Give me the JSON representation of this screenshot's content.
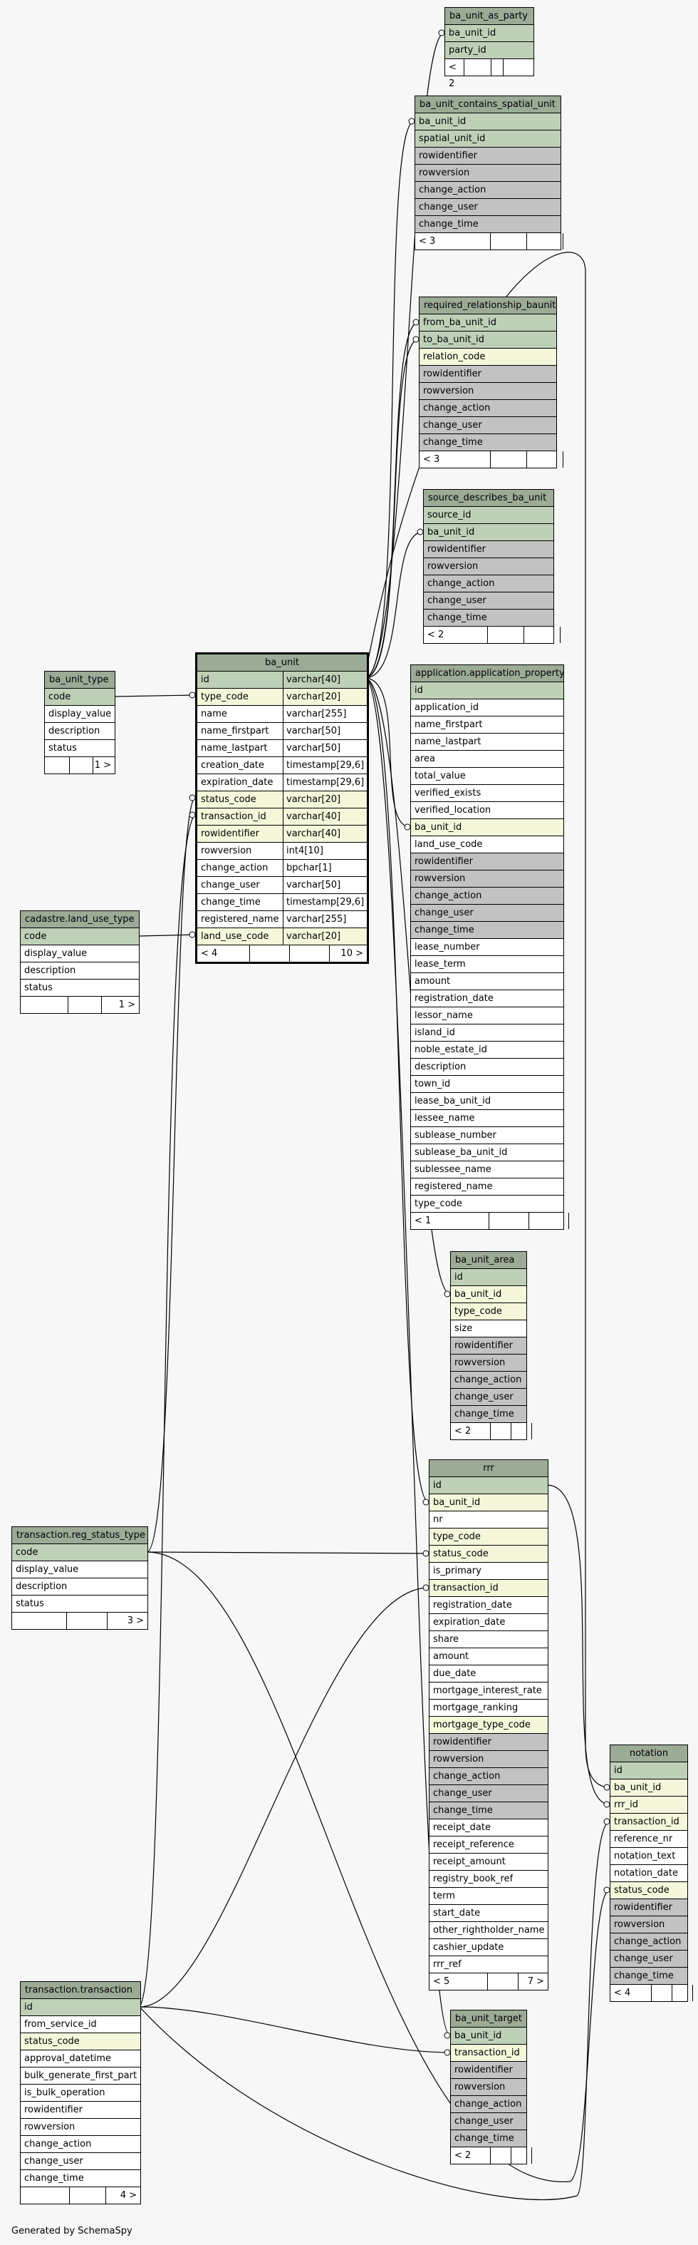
{
  "footer": "Generated by SchemaSpy",
  "tables": {
    "ba_unit_as_party": {
      "title": "ba_unit_as_party",
      "rows": [
        "ba_unit_id",
        "party_id"
      ],
      "footer": [
        "< 2",
        "",
        "",
        ""
      ]
    },
    "ba_unit_contains_spatial_unit": {
      "title": "ba_unit_contains_spatial_unit",
      "rows": [
        "ba_unit_id",
        "spatial_unit_id",
        "rowidentifier",
        "rowversion",
        "change_action",
        "change_user",
        "change_time"
      ],
      "footer": [
        "< 3",
        "",
        "",
        ""
      ]
    },
    "required_relationship_baunit": {
      "title": "required_relationship_baunit",
      "rows": [
        "from_ba_unit_id",
        "to_ba_unit_id",
        "relation_code",
        "rowidentifier",
        "rowversion",
        "change_action",
        "change_user",
        "change_time"
      ],
      "footer": [
        "< 3",
        "",
        "",
        ""
      ]
    },
    "source_describes_ba_unit": {
      "title": "source_describes_ba_unit",
      "rows": [
        "source_id",
        "ba_unit_id",
        "rowidentifier",
        "rowversion",
        "change_action",
        "change_user",
        "change_time"
      ],
      "footer": [
        "< 2",
        "",
        "",
        ""
      ]
    },
    "ba_unit_type": {
      "title": "ba_unit_type",
      "rows": [
        "code",
        "display_value",
        "description",
        "status"
      ],
      "footer": [
        "",
        "",
        "1 >"
      ]
    },
    "ba_unit": {
      "title": "ba_unit",
      "rows": [
        [
          "id",
          "varchar[40]"
        ],
        [
          "type_code",
          "varchar[20]"
        ],
        [
          "name",
          "varchar[255]"
        ],
        [
          "name_firstpart",
          "varchar[50]"
        ],
        [
          "name_lastpart",
          "varchar[50]"
        ],
        [
          "creation_date",
          "timestamp[29,6]"
        ],
        [
          "expiration_date",
          "timestamp[29,6]"
        ],
        [
          "status_code",
          "varchar[20]"
        ],
        [
          "transaction_id",
          "varchar[40]"
        ],
        [
          "rowidentifier",
          "varchar[40]"
        ],
        [
          "rowversion",
          "int4[10]"
        ],
        [
          "change_action",
          "bpchar[1]"
        ],
        [
          "change_user",
          "varchar[50]"
        ],
        [
          "change_time",
          "timestamp[29,6]"
        ],
        [
          "registered_name",
          "varchar[255]"
        ],
        [
          "land_use_code",
          "varchar[20]"
        ]
      ],
      "footer": [
        "< 4",
        "",
        "",
        "10 >"
      ]
    },
    "cadastre_land_use_type": {
      "title": "cadastre.land_use_type",
      "rows": [
        "code",
        "display_value",
        "description",
        "status"
      ],
      "footer": [
        "",
        "",
        "1 >"
      ]
    },
    "application_property": {
      "title": "application.application_property",
      "rows": [
        "id",
        "application_id",
        "name_firstpart",
        "name_lastpart",
        "area",
        "total_value",
        "verified_exists",
        "verified_location",
        "ba_unit_id",
        "land_use_code",
        "rowidentifier",
        "rowversion",
        "change_action",
        "change_user",
        "change_time",
        "lease_number",
        "lease_term",
        "amount",
        "registration_date",
        "lessor_name",
        "island_id",
        "noble_estate_id",
        "description",
        "town_id",
        "lease_ba_unit_id",
        "lessee_name",
        "sublease_number",
        "sublease_ba_unit_id",
        "sublessee_name",
        "registered_name",
        "type_code"
      ],
      "footer": [
        "< 1",
        "",
        "",
        ""
      ]
    },
    "ba_unit_area": {
      "title": "ba_unit_area",
      "rows": [
        "id",
        "ba_unit_id",
        "type_code",
        "size",
        "rowidentifier",
        "rowversion",
        "change_action",
        "change_user",
        "change_time"
      ],
      "footer": [
        "< 2",
        "",
        "",
        ""
      ]
    },
    "rrr": {
      "title": "rrr",
      "rows": [
        "id",
        "ba_unit_id",
        "nr",
        "type_code",
        "status_code",
        "is_primary",
        "transaction_id",
        "registration_date",
        "expiration_date",
        "share",
        "amount",
        "due_date",
        "mortgage_interest_rate",
        "mortgage_ranking",
        "mortgage_type_code",
        "rowidentifier",
        "rowversion",
        "change_action",
        "change_user",
        "change_time",
        "receipt_date",
        "receipt_reference",
        "receipt_amount",
        "registry_book_ref",
        "term",
        "start_date",
        "other_rightholder_name",
        "cashier_update",
        "rrr_ref"
      ],
      "footer": [
        "< 5",
        "",
        "7 >"
      ]
    },
    "reg_status_type": {
      "title": "transaction.reg_status_type",
      "rows": [
        "code",
        "display_value",
        "description",
        "status"
      ],
      "footer": [
        "",
        "",
        "3 >"
      ]
    },
    "notation": {
      "title": "notation",
      "rows": [
        "id",
        "ba_unit_id",
        "rrr_id",
        "transaction_id",
        "reference_nr",
        "notation_text",
        "notation_date",
        "status_code",
        "rowidentifier",
        "rowversion",
        "change_action",
        "change_user",
        "change_time"
      ],
      "footer": [
        "< 4",
        "",
        "",
        ""
      ]
    },
    "transaction_transaction": {
      "title": "transaction.transaction",
      "rows": [
        "id",
        "from_service_id",
        "status_code",
        "approval_datetime",
        "bulk_generate_first_part",
        "is_bulk_operation",
        "rowidentifier",
        "rowversion",
        "change_action",
        "change_user",
        "change_time"
      ],
      "footer": [
        "",
        "",
        "4 >"
      ]
    },
    "ba_unit_target": {
      "title": "ba_unit_target",
      "rows": [
        "ba_unit_id",
        "transaction_id",
        "rowidentifier",
        "rowversion",
        "change_action",
        "change_user",
        "change_time"
      ],
      "footer": [
        "< 2",
        "",
        "",
        ""
      ]
    }
  }
}
